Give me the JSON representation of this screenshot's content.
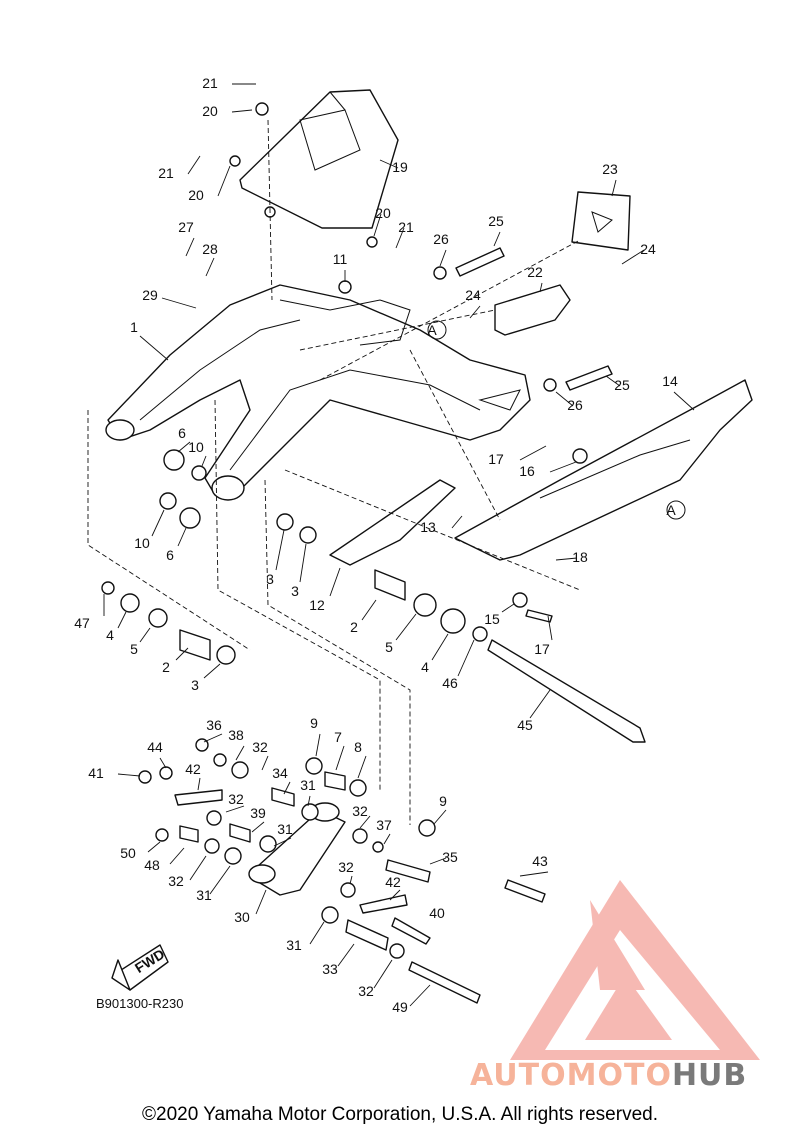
{
  "diagram": {
    "callouts": [
      {
        "id": "c21a",
        "text": "21"
      },
      {
        "id": "c20a",
        "text": "20"
      },
      {
        "id": "c21b",
        "text": "21"
      },
      {
        "id": "c20b",
        "text": "20"
      },
      {
        "id": "c19",
        "text": "19"
      },
      {
        "id": "c20c",
        "text": "20"
      },
      {
        "id": "c21c",
        "text": "21"
      },
      {
        "id": "c23",
        "text": "23"
      },
      {
        "id": "c25a",
        "text": "25"
      },
      {
        "id": "c26a",
        "text": "26"
      },
      {
        "id": "c24a",
        "text": "24"
      },
      {
        "id": "c27",
        "text": "27"
      },
      {
        "id": "c28",
        "text": "28"
      },
      {
        "id": "c11",
        "text": "11"
      },
      {
        "id": "c22",
        "text": "22"
      },
      {
        "id": "c29",
        "text": "29"
      },
      {
        "id": "c24b",
        "text": "24"
      },
      {
        "id": "c1",
        "text": "1"
      },
      {
        "id": "c14",
        "text": "14"
      },
      {
        "id": "c25b",
        "text": "25"
      },
      {
        "id": "c26b",
        "text": "26"
      },
      {
        "id": "c6a",
        "text": "6"
      },
      {
        "id": "c10a",
        "text": "10"
      },
      {
        "id": "c17a",
        "text": "17"
      },
      {
        "id": "c16",
        "text": "16"
      },
      {
        "id": "c10b",
        "text": "10"
      },
      {
        "id": "c6b",
        "text": "6"
      },
      {
        "id": "c13",
        "text": "13"
      },
      {
        "id": "c18",
        "text": "18"
      },
      {
        "id": "c3a",
        "text": "3"
      },
      {
        "id": "c3b",
        "text": "3"
      },
      {
        "id": "c12",
        "text": "12"
      },
      {
        "id": "c47",
        "text": "47"
      },
      {
        "id": "c4a",
        "text": "4"
      },
      {
        "id": "c5a",
        "text": "5"
      },
      {
        "id": "c2a",
        "text": "2"
      },
      {
        "id": "c3c",
        "text": "3"
      },
      {
        "id": "c2b",
        "text": "2"
      },
      {
        "id": "c15",
        "text": "15"
      },
      {
        "id": "c17b",
        "text": "17"
      },
      {
        "id": "c5b",
        "text": "5"
      },
      {
        "id": "c4b",
        "text": "4"
      },
      {
        "id": "c46",
        "text": "46"
      },
      {
        "id": "c45",
        "text": "45"
      },
      {
        "id": "c36",
        "text": "36"
      },
      {
        "id": "c9a",
        "text": "9"
      },
      {
        "id": "c7",
        "text": "7"
      },
      {
        "id": "c38",
        "text": "38"
      },
      {
        "id": "c32a",
        "text": "32"
      },
      {
        "id": "c8",
        "text": "8"
      },
      {
        "id": "c44",
        "text": "44"
      },
      {
        "id": "c41",
        "text": "41"
      },
      {
        "id": "c42a",
        "text": "42"
      },
      {
        "id": "c34",
        "text": "34"
      },
      {
        "id": "c31a",
        "text": "31"
      },
      {
        "id": "c32b",
        "text": "32"
      },
      {
        "id": "c39",
        "text": "39"
      },
      {
        "id": "c32c",
        "text": "32"
      },
      {
        "id": "c9b",
        "text": "9"
      },
      {
        "id": "c37",
        "text": "37"
      },
      {
        "id": "c31b",
        "text": "31"
      },
      {
        "id": "c50",
        "text": "50"
      },
      {
        "id": "c48",
        "text": "48"
      },
      {
        "id": "c35",
        "text": "35"
      },
      {
        "id": "c32d",
        "text": "32"
      },
      {
        "id": "c32e",
        "text": "32"
      },
      {
        "id": "c43",
        "text": "43"
      },
      {
        "id": "c31c",
        "text": "31"
      },
      {
        "id": "c42b",
        "text": "42"
      },
      {
        "id": "c30",
        "text": "30"
      },
      {
        "id": "c40",
        "text": "40"
      },
      {
        "id": "c31d",
        "text": "31"
      },
      {
        "id": "c33",
        "text": "33"
      },
      {
        "id": "c32f",
        "text": "32"
      },
      {
        "id": "c49",
        "text": "49"
      },
      {
        "id": "cA1",
        "text": "A"
      },
      {
        "id": "cA2",
        "text": "A"
      }
    ],
    "fwd_label": "FWD",
    "diagram_code": "B901300-R230",
    "copyright": "©2020 Yamaha Motor Corporation, U.S.A. All rights reserved.",
    "watermark": {
      "part1": "AUTOMOTO",
      "part2": "HUB",
      "colors": {
        "accent": "#f6b39a",
        "gray": "#7a7a7a",
        "logo": "#f28b82"
      }
    }
  }
}
